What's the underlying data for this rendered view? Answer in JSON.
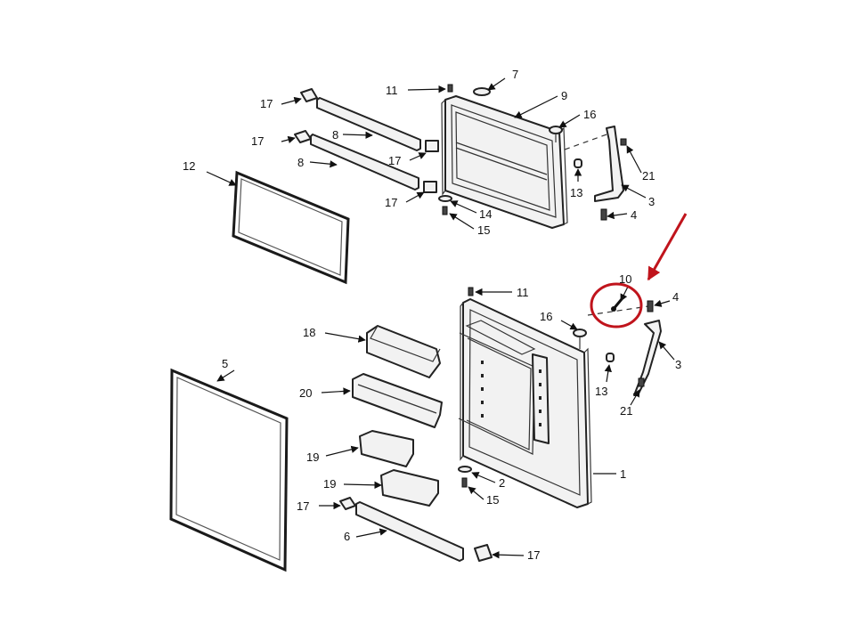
{
  "callouts": {
    "c1": "1",
    "c2": "2",
    "c3a": "3",
    "c3b": "3",
    "c4a": "4",
    "c4b": "4",
    "c5": "5",
    "c6": "6",
    "c7": "7",
    "c8a": "8",
    "c8b": "8",
    "c9": "9",
    "c10": "10",
    "c11a": "11",
    "c11b": "11",
    "c12": "12",
    "c13a": "13",
    "c13b": "13",
    "c14": "14",
    "c15a": "15",
    "c15b": "15",
    "c16a": "16",
    "c16b": "16",
    "c17a": "17",
    "c17b": "17",
    "c17c": "17",
    "c17d": "17",
    "c17e": "17",
    "c17f": "17",
    "c18": "18",
    "c19a": "19",
    "c19b": "19",
    "c20": "20",
    "c21a": "21",
    "c21b": "21"
  },
  "colors": {
    "highlight": "#c0141c",
    "line": "#222222"
  }
}
